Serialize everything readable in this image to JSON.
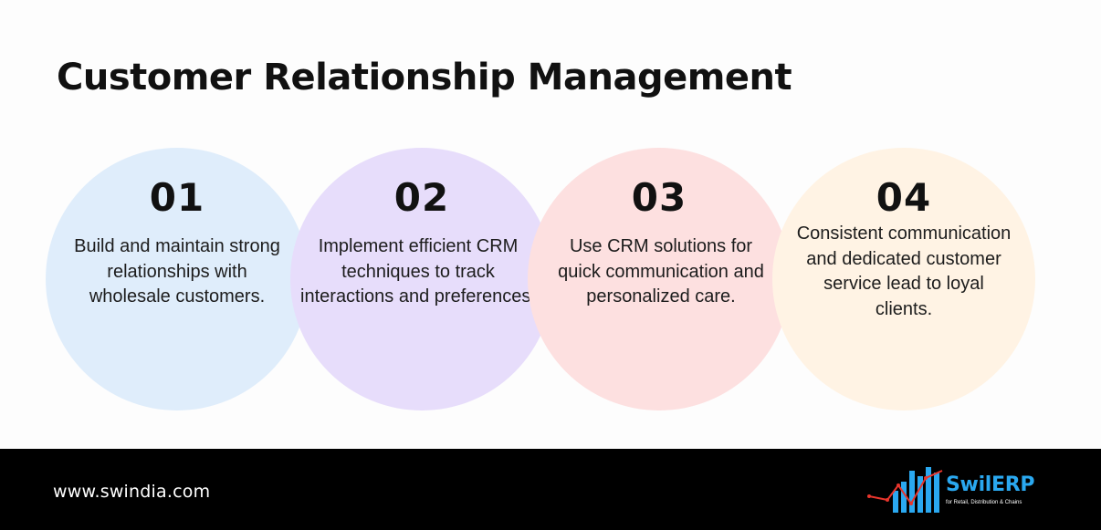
{
  "title": "Customer Relationship Management",
  "steps": [
    {
      "number": "01",
      "text": "Build and maintain strong relationships with wholesale customers.",
      "color": "#dfedfb"
    },
    {
      "number": "02",
      "text": "Implement efficient CRM techniques to track interactions and preferences.",
      "color": "#e7ddfb"
    },
    {
      "number": "03",
      "text": "Use CRM solutions for quick communication and personalized care.",
      "color": "#fde0e0"
    },
    {
      "number": "04",
      "text": "Consistent communication and dedicated customer service lead to loyal clients.",
      "color": "#fff3e4"
    }
  ],
  "footer": {
    "website": "www.swindia.com",
    "logo": {
      "brand": "SwilERP",
      "tagline": "for Retail, Distribution & Chains",
      "icon": "bar-chart-growth-icon",
      "brand_color": "#2aa8f0",
      "accent_color": "#e8352c"
    }
  }
}
